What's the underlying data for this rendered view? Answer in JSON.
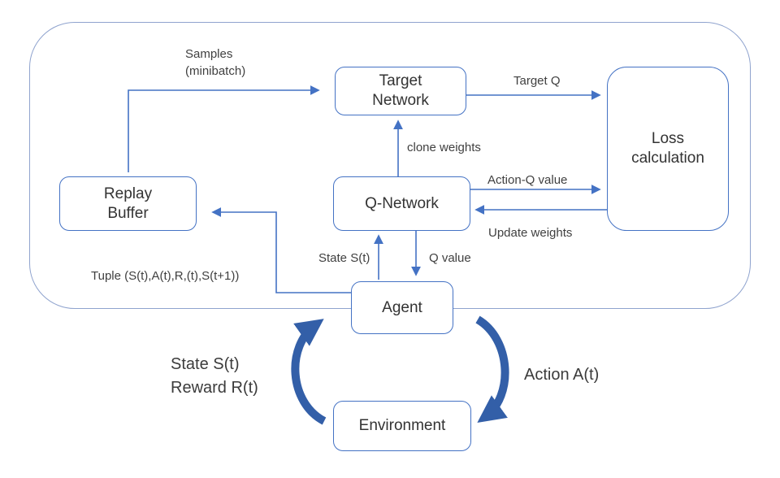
{
  "diagram": {
    "title_semantic": "DQN architecture diagram",
    "boxes": {
      "target_network": {
        "line1": "Target",
        "line2": "Network"
      },
      "loss_calculation": {
        "line1": "Loss",
        "line2": "calculation"
      },
      "replay_buffer": {
        "line1": "Replay",
        "line2": "Buffer"
      },
      "q_network": {
        "label": "Q-Network"
      },
      "agent": {
        "label": "Agent"
      },
      "environment": {
        "label": "Environment"
      }
    },
    "edge_labels": {
      "samples_line1": "Samples",
      "samples_line2": "(minibatch)",
      "target_q": "Target Q",
      "clone_weights": "clone weights",
      "action_q_value": "Action-Q value",
      "update_weights": "Update weights",
      "state_st": "State S(t)",
      "q_value": "Q value",
      "tuple": "Tuple (S(t),A(t),R,(t),S(t+1))",
      "loop_state_line1": "State S(t)",
      "loop_state_line2": "Reward R(t)",
      "action_at": "Action A(t)"
    },
    "colors": {
      "arrow": "#4472C4",
      "thick_arrow": "#335fa8",
      "box_border": "#4472C4",
      "container_border": "#8fa3ce",
      "text": "#3b3b3b"
    }
  }
}
